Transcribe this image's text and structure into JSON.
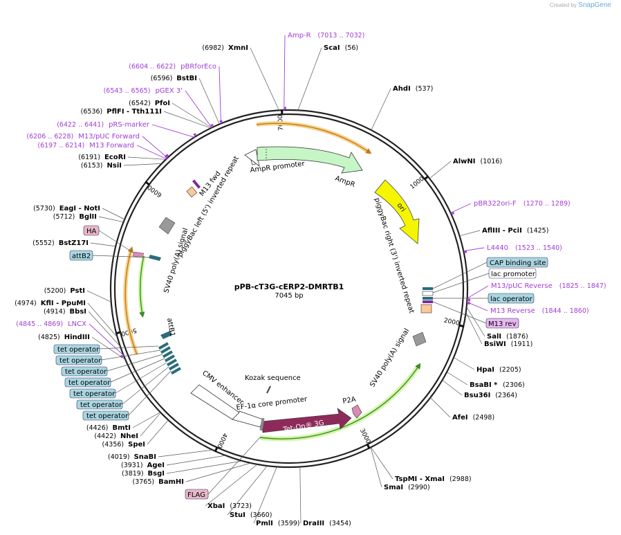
{
  "header": {
    "credit_prefix": "Created by",
    "credit_brand": "SnapGene"
  },
  "plasmid": {
    "name": "pPB-cT3G-cERP2-DMRTB1",
    "length": "7045 bp",
    "total_bp": 7045
  },
  "ticks": [
    {
      "bp": 1000,
      "label": "1000"
    },
    {
      "bp": 2000,
      "label": "2000"
    },
    {
      "bp": 3000,
      "label": "3000"
    },
    {
      "bp": 4000,
      "label": "4000"
    },
    {
      "bp": 5000,
      "label": "5000"
    },
    {
      "bp": 6000,
      "label": "6000"
    },
    {
      "bp": 7000,
      "label": "7000"
    }
  ],
  "sites": [
    {
      "name": "ScaI",
      "pos": "(56)",
      "bp": 56
    },
    {
      "name": "AhdI",
      "pos": "(537)",
      "bp": 537
    },
    {
      "name": "AlwNI",
      "pos": "(1016)",
      "bp": 1016
    },
    {
      "name": "AflIII  - PciI",
      "pos": "(1425)",
      "bp": 1425
    },
    {
      "name": "SalI",
      "pos": "(1876)",
      "bp": 1876
    },
    {
      "name": "BsiWI",
      "pos": "(1911)",
      "bp": 1911
    },
    {
      "name": "HpaI",
      "pos": "(2205)",
      "bp": 2205
    },
    {
      "name": "BsaBI *",
      "pos": "(2306)",
      "bp": 2306
    },
    {
      "name": "Bsu36I",
      "pos": "(2364)",
      "bp": 2364
    },
    {
      "name": "AfeI",
      "pos": "(2498)",
      "bp": 2498
    },
    {
      "name": "TspMI  - XmaI",
      "pos": "(2988)",
      "bp": 2988
    },
    {
      "name": "SmaI",
      "pos": "(2990)",
      "bp": 2990
    },
    {
      "name": "DraIII",
      "pos": "(3454)",
      "bp": 3454
    },
    {
      "name": "PmlI",
      "pos": "(3599)",
      "bp": 3599
    },
    {
      "name": "StuI",
      "pos": "(3660)",
      "bp": 3660
    },
    {
      "name": "XbaI",
      "pos": "(3723)",
      "bp": 3723
    },
    {
      "name": "BamHI",
      "pos": "(3765)",
      "bp": 3765
    },
    {
      "name": "BsgI",
      "pos": "(3819)",
      "bp": 3819
    },
    {
      "name": "AgeI",
      "pos": "(3931)",
      "bp": 3931
    },
    {
      "name": "SnaBI",
      "pos": "(4019)",
      "bp": 4019
    },
    {
      "name": "SpeI",
      "pos": "(4356)",
      "bp": 4356
    },
    {
      "name": "NheI",
      "pos": "(4422)",
      "bp": 4422
    },
    {
      "name": "BmtI",
      "pos": "(4426)",
      "bp": 4426
    },
    {
      "name": "HindIII",
      "pos": "(4825)",
      "bp": 4825
    },
    {
      "name": "BbsI",
      "pos": "(4914)",
      "bp": 4914
    },
    {
      "name": "KflI  - PpuMI",
      "pos": "(4974)",
      "bp": 4974
    },
    {
      "name": "PstI",
      "pos": "(5200)",
      "bp": 5200
    },
    {
      "name": "BstZ17I",
      "pos": "(5552)",
      "bp": 5552
    },
    {
      "name": "BglII",
      "pos": "(5712)",
      "bp": 5712
    },
    {
      "name": "EagI  - NotI",
      "pos": "(5730)",
      "bp": 5730
    },
    {
      "name": "NsiI",
      "pos": "(6153)",
      "bp": 6153
    },
    {
      "name": "EcoRI",
      "pos": "(6191)",
      "bp": 6191
    },
    {
      "name": "PflFI  - Tth111I",
      "pos": "(6536)",
      "bp": 6536
    },
    {
      "name": "PfoI",
      "pos": "(6542)",
      "bp": 6542
    },
    {
      "name": "BstBI",
      "pos": "(6596)",
      "bp": 6596
    },
    {
      "name": "XmnI",
      "pos": "(6982)",
      "bp": 6982
    }
  ],
  "primers": [
    {
      "name": "Amp-R",
      "pos": "(7013 .. 7032)",
      "bp": 7013
    },
    {
      "name": "pBR322ori-F",
      "pos": "(1270 .. 1289)",
      "bp": 1270
    },
    {
      "name": "L4440",
      "pos": "(1523 .. 1540)",
      "bp": 1523
    },
    {
      "name": "M13/pUC Reverse",
      "pos": "(1825 .. 1847)",
      "bp": 1825
    },
    {
      "name": "M13 Reverse",
      "pos": "(1844 .. 1860)",
      "bp": 1844
    },
    {
      "name": "LNCX",
      "pos": "(4845 .. 4869)",
      "bp": 4845
    },
    {
      "name": "M13 Forward",
      "pos": "(6197 .. 6214)",
      "bp": 6197
    },
    {
      "name": "M13/pUC Forward",
      "pos": "(6206 .. 6228)",
      "bp": 6206
    },
    {
      "name": "pRS-marker",
      "pos": "(6422 .. 6441)",
      "bp": 6422
    },
    {
      "name": "pGEX 3'",
      "pos": "(6543 .. 6565)",
      "bp": 6543
    },
    {
      "name": "pBRforEco",
      "pos": "(6604 .. 6622)",
      "bp": 6604
    }
  ],
  "boxed_labels": {
    "cap_binding_site": "CAP binding site",
    "lac_promoter": "lac promoter",
    "lac_operator": "lac operator",
    "m13_rev": "M13 rev",
    "ha": "HA",
    "attb2": "attB2",
    "flag": "FLAG",
    "tet_operator": "tet operator"
  },
  "features": {
    "ampr_promoter": "AmpR promoter",
    "ampr": "AmpR",
    "ori": "ori",
    "piggybac_right": "piggyBac right (3') inverted repeat",
    "piggybac_left": "piggyBac left (5') inverted repeat",
    "m13_fwd": "M13 fwd",
    "sv40_polya_right": "SV40 poly(A) signal",
    "sv40_polya_left": "SV40 poly(A) signal",
    "attb1": "attB1",
    "cmv_enhancer": "CMV enhancer",
    "ef1a_promoter": "EF-1α core promoter",
    "kozak": "Kozak sequence",
    "tet_on": "Tet-On® 3G",
    "p2a": "P2A"
  },
  "colors": {
    "primer": "#a13bd6",
    "ampr": "#c6f5c6",
    "ori": "#f5f500",
    "tet_on": "#8e2a5a",
    "p2a": "#d98bb5",
    "operator_box": "#a9d6e0",
    "pink_box": "#e8b7c8",
    "m13_rev_box": "#e7b7ef"
  }
}
